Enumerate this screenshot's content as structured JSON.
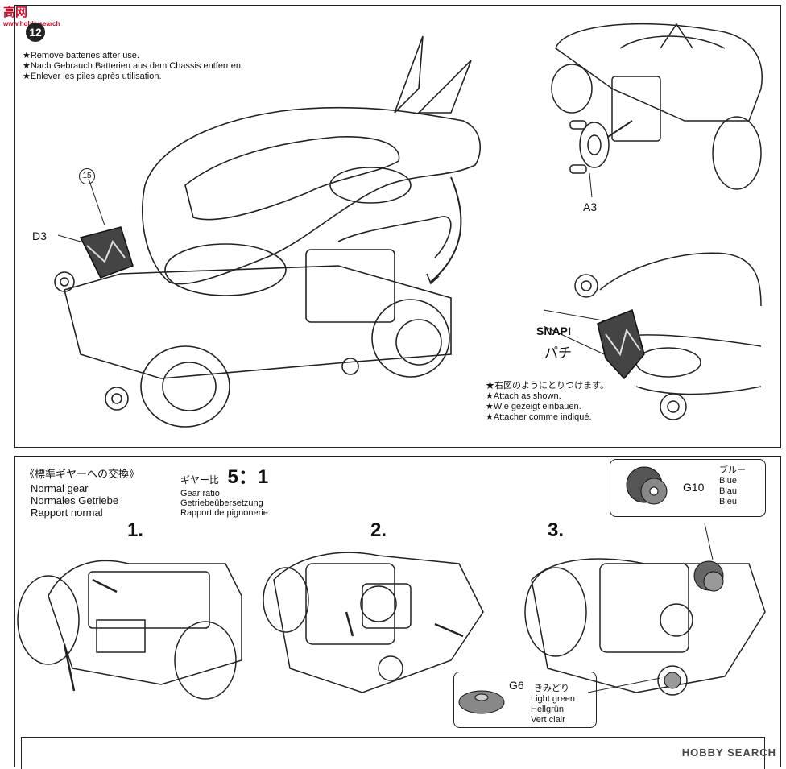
{
  "watermark": {
    "tl_text": "高网",
    "tl_sub": "www.hobbysearch",
    "step_badge": "12"
  },
  "top_notes": [
    "★Remove batteries after use.",
    "★Nach Gebrauch Batterien aus dem Chassis entfernen.",
    "★Enlever les piles après utilisation."
  ],
  "labels": {
    "part15": "15",
    "d3": "D3",
    "a3": "A3",
    "snap": "SNAP!",
    "pachi": "パチ"
  },
  "attach_notes": [
    "★右図のようにとりつけます。",
    "★Attach as shown.",
    "★Wie gezeigt einbauen.",
    "★Attacher comme indiqué."
  ],
  "gear_section": {
    "title_jp": "《標準ギヤーへの交換》",
    "title_lines": [
      "Normal gear",
      "Normales Getriebe",
      "Rapport normal"
    ],
    "ratio_label_jp": "ギヤー比",
    "ratio_value": "5：1",
    "ratio_lines": [
      "Gear ratio",
      "Getriebeübersetzung",
      "Rapport de pignonerie"
    ],
    "steps": [
      "1.",
      "2.",
      "3."
    ],
    "g10": {
      "code": "G10",
      "color_jp": "ブルー",
      "colors": [
        "Blue",
        "Blau",
        "Bleu"
      ]
    },
    "g6": {
      "code": "G6",
      "color_jp": "きみどり",
      "colors": [
        "Light green",
        "Hellgrün",
        "Vert clair"
      ]
    }
  },
  "footer": {
    "brand": "HOBBY SEARCH"
  }
}
